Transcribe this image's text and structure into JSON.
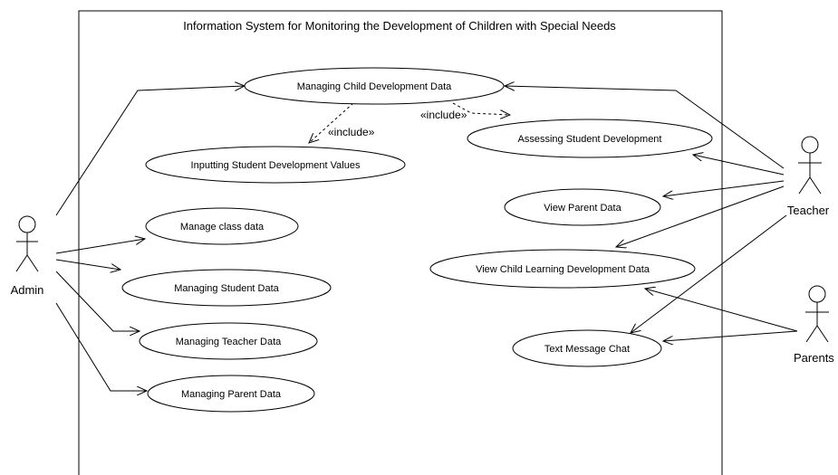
{
  "system": {
    "title": "Information System for Monitoring the Development of Children with Special Needs"
  },
  "actors": {
    "admin": "Admin",
    "teacher": "Teacher",
    "parents": "Parents"
  },
  "use_cases": {
    "managing_child_development_data": "Managing Child Development Data",
    "inputting_student_development_values": "Inputting Student Development Values",
    "assessing_student_development": "Assessing Student Development",
    "manage_class_data": "Manage class data",
    "managing_student_data": "Managing Student Data",
    "managing_teacher_data": "Managing Teacher Data",
    "managing_parent_data": "Managing Parent Data",
    "view_parent_data": "View Parent Data",
    "view_child_learning_development_data": "View Child Learning Development Data",
    "text_message_chat": "Text Message Chat"
  },
  "relationships": {
    "include_label_1": "«include»",
    "include_label_2": "«include»"
  }
}
